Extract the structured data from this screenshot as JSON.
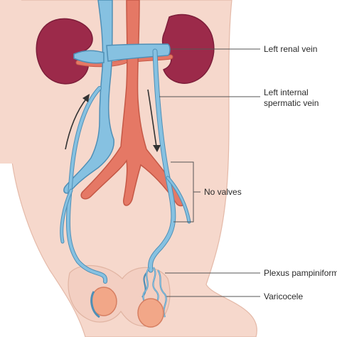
{
  "labels": {
    "left_renal_vein": "Left renal vein",
    "left_internal_spermatic_vein_line1": "Left internal",
    "left_internal_spermatic_vein_line2": "spermatic vein",
    "no_valves": "No valves",
    "plexus_pampiniform": "Plexus pampiniform",
    "varicocele": "Varicocele"
  },
  "colors": {
    "skin": "#f6d8cc",
    "skin_outline": "#e4b9a8",
    "kidney": "#9c2a4a",
    "kidney_dark": "#7d1e3a",
    "vein": "#86c1e1",
    "vein_outline": "#4f8fb6",
    "artery": "#e57865",
    "artery_outline": "#c55846",
    "leader_line": "#555555",
    "arrow": "#333333"
  }
}
